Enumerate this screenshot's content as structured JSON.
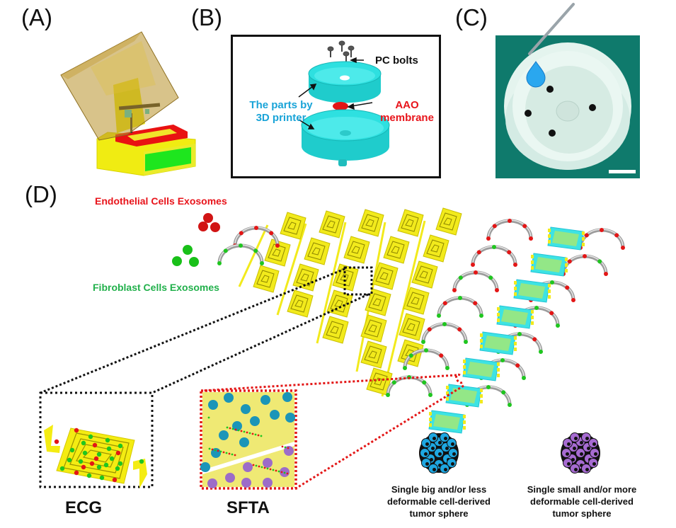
{
  "panels": {
    "A": {
      "label": "(A)",
      "subject": "3D printer"
    },
    "B": {
      "label": "(B)",
      "pc_bolts": "PC bolts",
      "parts_line1": "The parts by",
      "parts_line2": "3D printer",
      "aao_line1": "AAO",
      "aao_line2": "membrane"
    },
    "C": {
      "label": "(C)",
      "subject": "assembled device photo with droplet and scale bar"
    },
    "D": {
      "label": "(D)",
      "endothelial": "Endothelial Cells Exosomes",
      "fibroblast": "Fibroblast Cells Exosomes",
      "ecg": "ECG",
      "sfta": "SFTA",
      "big_line1": "Single big and/or less",
      "big_line2": "deformable cell-derived",
      "big_line3": "tumor sphere",
      "small_line1": "Single small and/or  more",
      "small_line2": "deformable cell-derived",
      "small_line3": "tumor sphere"
    }
  },
  "colors": {
    "red_text": "#e8141b",
    "green_text": "#21b04b",
    "cyan_text": "#1aa4d8",
    "chip_yellow": "#f2ea1c",
    "chamber_cyan": "#3de3e3",
    "photo_bg": "#0f7a6c",
    "sphere_blue": "#1ea7e1",
    "sphere_purple": "#a66bd1"
  }
}
